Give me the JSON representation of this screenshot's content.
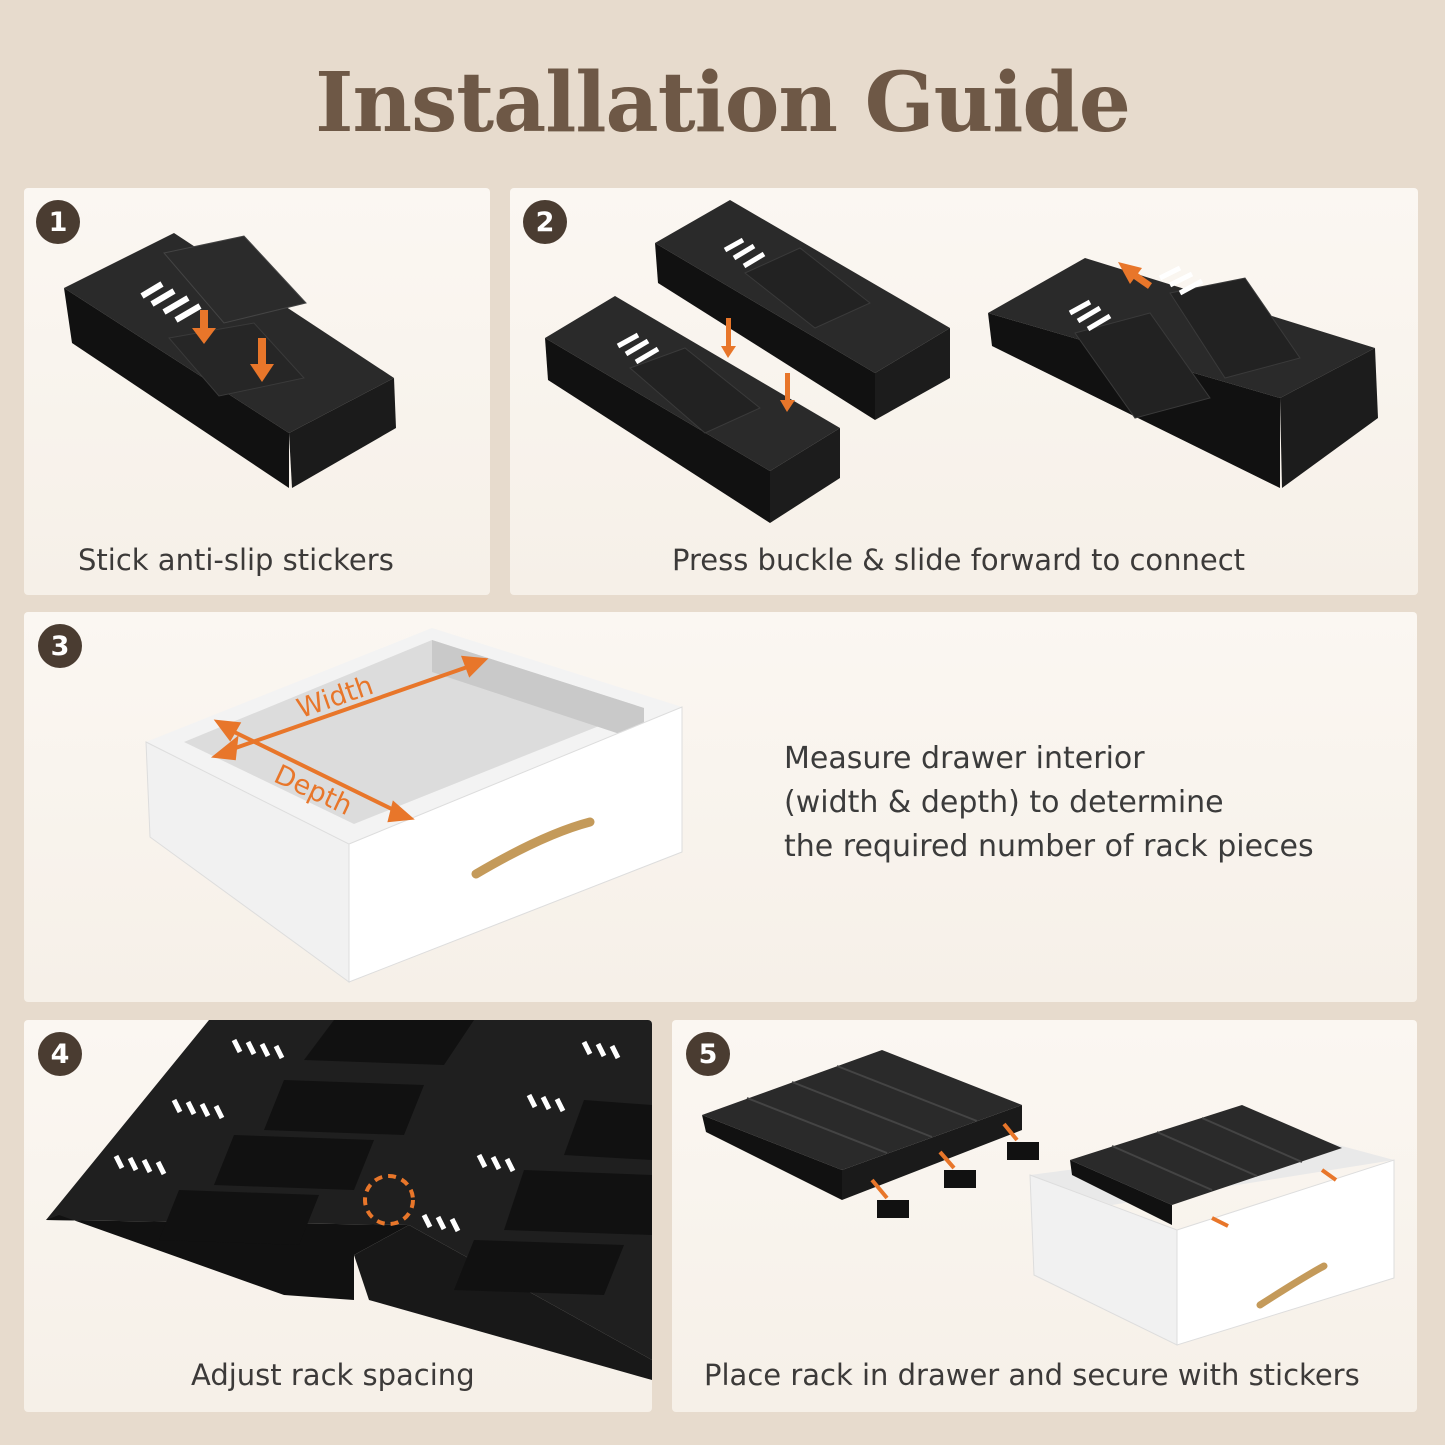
{
  "title": "Installation Guide",
  "steps": [
    {
      "number": "1",
      "caption": "Stick anti-slip stickers"
    },
    {
      "number": "2",
      "caption": "Press buckle & slide forward to connect"
    },
    {
      "number": "3",
      "caption_lines": [
        "Measure drawer interior",
        "(width & depth) to determine",
        "the required number of rack pieces"
      ],
      "labels": {
        "width": "Width",
        "depth": "Depth"
      }
    },
    {
      "number": "4",
      "caption": "Adjust rack spacing"
    },
    {
      "number": "5",
      "caption": "Place rack in drawer and secure with stickers"
    }
  ],
  "colors": {
    "accent": "#e8762a",
    "badge": "#4a3c31",
    "title": "#6e5846",
    "background": "#e7dbcd",
    "rack": "#1f1f1f",
    "handle": "#c49a5a"
  }
}
